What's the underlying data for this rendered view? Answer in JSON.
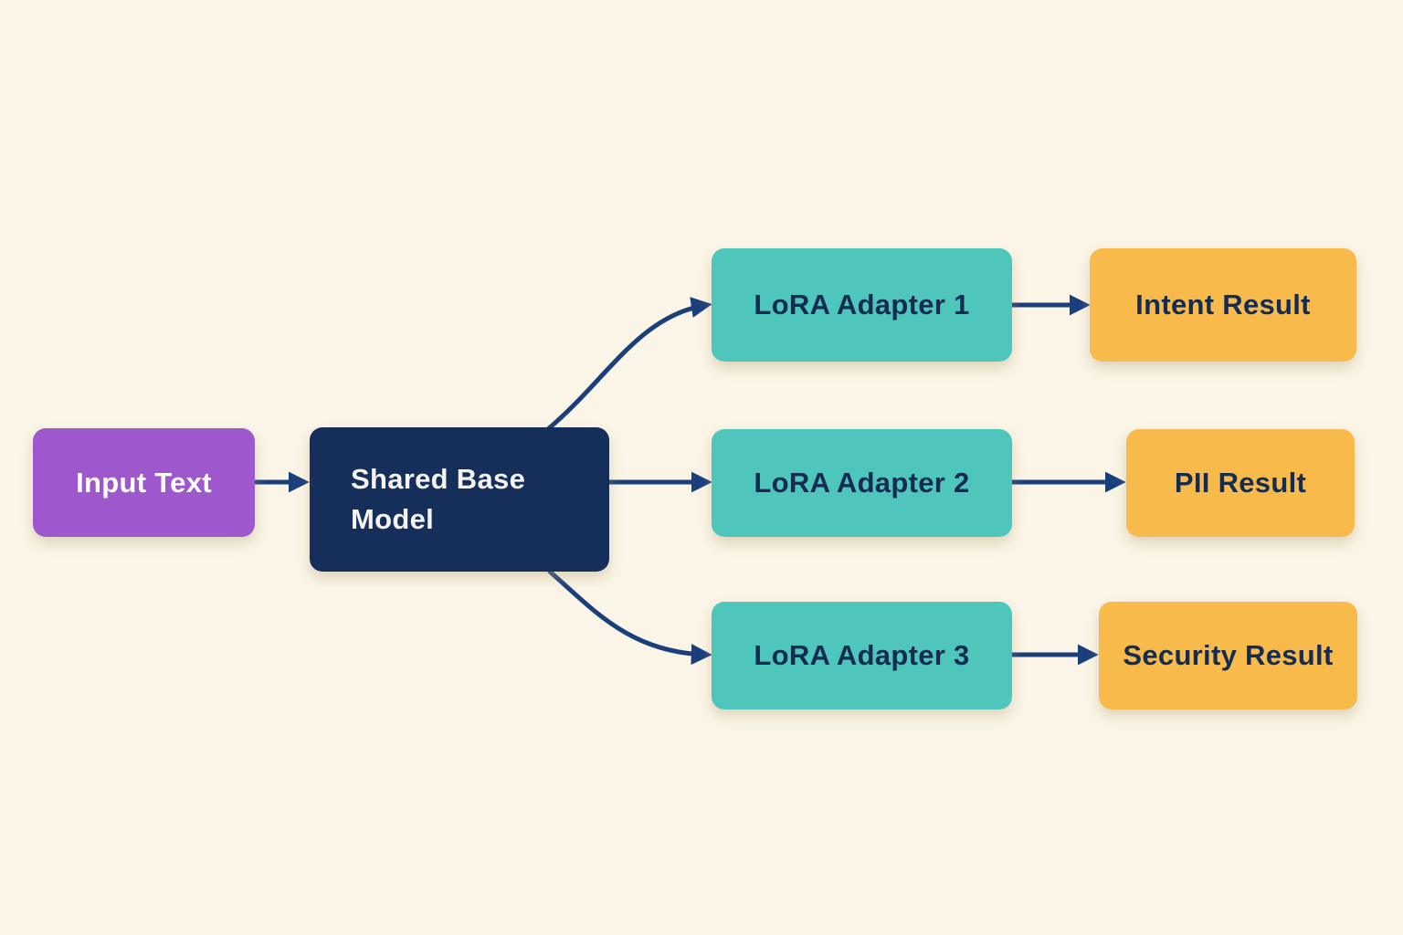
{
  "diagram": {
    "type": "flowchart",
    "background_color": "#faf5e7",
    "arrow_color": "#1b3f7a",
    "nodes": {
      "input_text": {
        "label": "Input Text",
        "color": "#9c58cc",
        "text_color": "#ffffff",
        "role": "input"
      },
      "shared_base_model": {
        "label": "Shared Base Model",
        "color": "#152f5a",
        "text_color": "#ffffff",
        "role": "process"
      },
      "lora_adapter_1": {
        "label": "LoRA Adapter 1",
        "color": "#4fc6bc",
        "text_color": "#142c52",
        "role": "adapter"
      },
      "lora_adapter_2": {
        "label": "LoRA Adapter 2",
        "color": "#4fc6bc",
        "text_color": "#142c52",
        "role": "adapter"
      },
      "lora_adapter_3": {
        "label": "LoRA Adapter 3",
        "color": "#4fc6bc",
        "text_color": "#142c52",
        "role": "adapter"
      },
      "intent_result": {
        "label": "Intent Result",
        "color": "#f8ba4b",
        "text_color": "#142c52",
        "role": "output"
      },
      "pii_result": {
        "label": "PII Result",
        "color": "#f8ba4b",
        "text_color": "#142c52",
        "role": "output"
      },
      "security_result": {
        "label": "Security Result",
        "color": "#f8ba4b",
        "text_color": "#142c52",
        "role": "output"
      }
    },
    "edges": [
      {
        "from": "input_text",
        "to": "shared_base_model",
        "style": "straight"
      },
      {
        "from": "shared_base_model",
        "to": "lora_adapter_1",
        "style": "curved-up"
      },
      {
        "from": "shared_base_model",
        "to": "lora_adapter_2",
        "style": "straight"
      },
      {
        "from": "shared_base_model",
        "to": "lora_adapter_3",
        "style": "curved-down"
      },
      {
        "from": "lora_adapter_1",
        "to": "intent_result",
        "style": "straight"
      },
      {
        "from": "lora_adapter_2",
        "to": "pii_result",
        "style": "straight"
      },
      {
        "from": "lora_adapter_3",
        "to": "security_result",
        "style": "straight"
      }
    ]
  }
}
